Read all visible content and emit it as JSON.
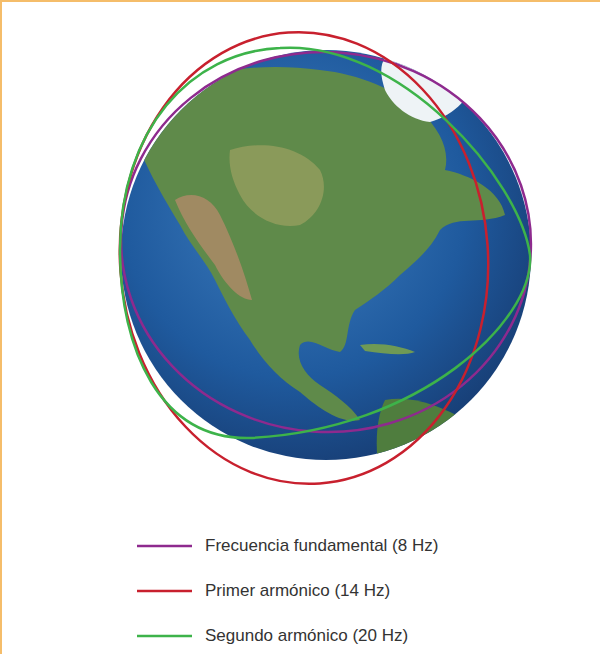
{
  "diagram": {
    "legend": [
      {
        "text": "Frecuencia fundamental (8 Hz)"
      },
      {
        "text": "Primer armónico (14 Hz)"
      },
      {
        "text": "Segundo armónico (20 Hz)"
      }
    ]
  }
}
